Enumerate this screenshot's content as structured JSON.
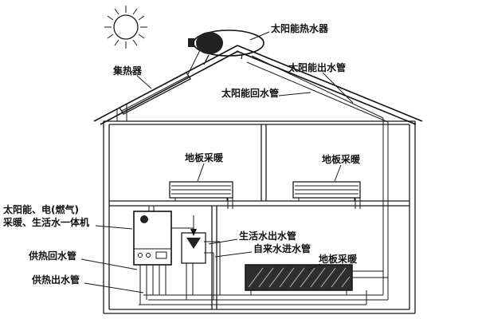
{
  "labels": {
    "solar_water_heater": "太阳能热水器",
    "collector": "集热器",
    "solar_outlet_pipe": "太阳能出水管",
    "solar_return_pipe": "太阳能回水管",
    "floor_heating_upper_left": "地板采暖",
    "floor_heating_upper_right": "地板采暖",
    "floor_heating_lower": "地板采暖",
    "unit_name_line1": "太阳能、电(燃气)",
    "unit_name_line2": "采暖、生活水一体机",
    "domestic_water_outlet_pipe": "生活水出水管",
    "tap_water_inlet_pipe": "自来水进水管",
    "heating_return_pipe": "供热回水管",
    "heating_outlet_pipe": "供热出水管"
  },
  "colors": {
    "line": "#1a1a1a",
    "background": "#ffffff",
    "dark_fill": "#2e2e2e"
  }
}
